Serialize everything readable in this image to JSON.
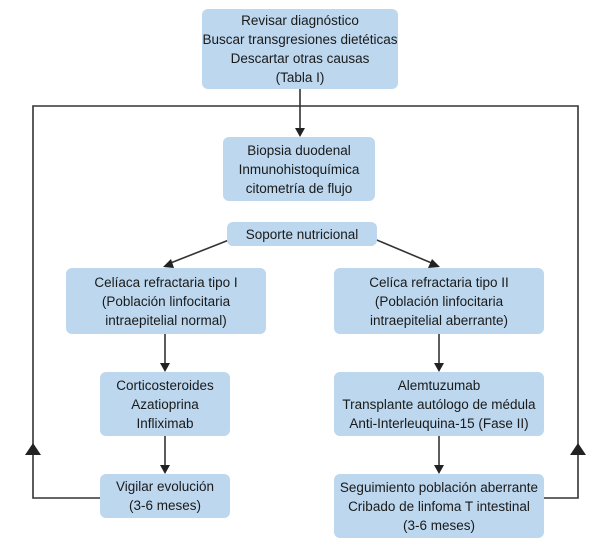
{
  "nodes": {
    "review": {
      "line1": "Revisar diagnóstico",
      "line2": "Buscar transgresiones dietéticas",
      "line3": "Descartar otras causas",
      "line4": "(Tabla I)"
    },
    "biopsy": {
      "line1": "Biopsia duodenal",
      "line2": "Inmunohistoquímica",
      "line3": "citometría de flujo"
    },
    "support": {
      "line1": "Soporte nutricional"
    },
    "type1": {
      "line1": "Celíaca refractaria tipo I",
      "line2": "(Población linfocitaria",
      "line3": "intraepitelial normal)"
    },
    "type2": {
      "line1": "Celíca refractaria tipo II",
      "line2": "(Población linfocitaria",
      "line3": "intraepitelial aberrante)"
    },
    "cortico": {
      "line1": "Corticosteroides",
      "line2": "Azatioprina",
      "line3": "Infliximab"
    },
    "alem": {
      "line1": "Alemtuzumab",
      "line2": "Transplante autólogo de médula",
      "line3": "Anti-Interleuquina-15 (Fase II)"
    },
    "vigilar": {
      "line1": "Vigilar evolución",
      "line2": "(3-6 meses)"
    },
    "seguim": {
      "line1": "Seguimiento población aberrante",
      "line2": "Cribado de linfoma T intestinal",
      "line3": "(3-6 meses)"
    }
  },
  "colors": {
    "box_fill": "#bcd7ee",
    "line": "#333333",
    "text": "#1a1a1a"
  }
}
